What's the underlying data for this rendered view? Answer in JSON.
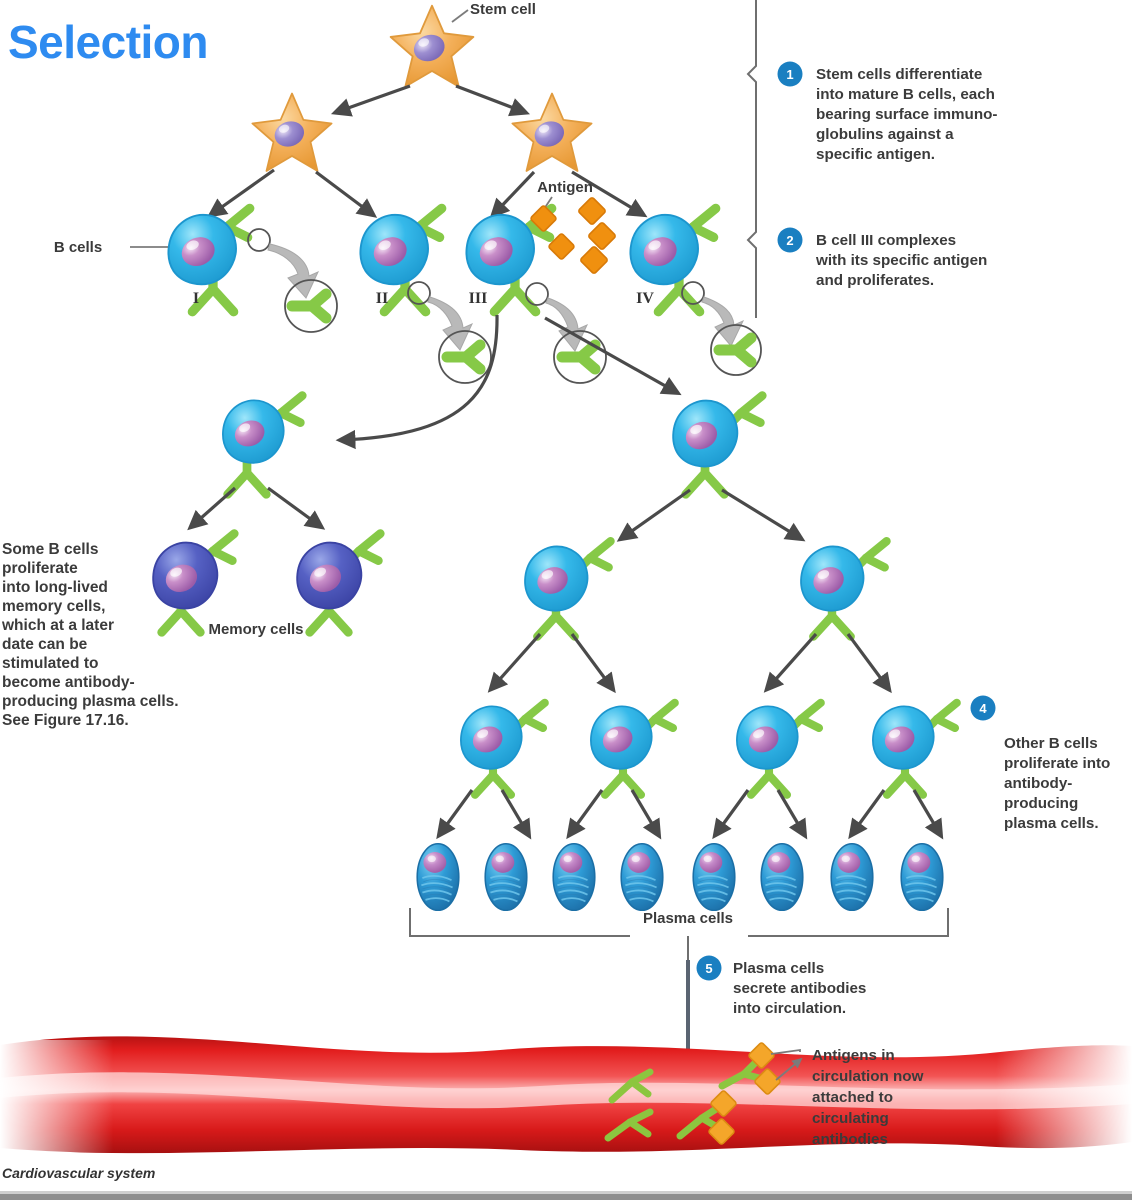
{
  "title": "Selection",
  "title_color": "#2E8BF0",
  "labels": {
    "stem_cell": "Stem cell",
    "b_cells": "B cells",
    "antigen": "Antigen",
    "memory_cells": "Memory cells",
    "plasma_cells": "Plasma cells",
    "caption": "Cardiovascular system"
  },
  "roman_numerals": [
    "I",
    "II",
    "III",
    "IV"
  ],
  "steps": [
    {
      "number": "1",
      "lines": [
        "Stem cells differentiate",
        "into mature B cells, each",
        "bearing surface immuno-",
        "globulins against a",
        "specific antigen."
      ]
    },
    {
      "number": "2",
      "lines": [
        "B cell III complexes",
        "with its specific antigen",
        "and proliferates."
      ]
    },
    {
      "number": "4",
      "lines": [
        "Other B cells",
        "proliferate into",
        "antibody-",
        "producing",
        "plasma cells."
      ]
    },
    {
      "number": "5",
      "lines": [
        "Plasma cells",
        "secrete antibodies",
        "into circulation."
      ]
    }
  ],
  "side_note": {
    "lines": [
      "Some B cells",
      "proliferate",
      "into long-lived",
      "memory cells,",
      "which at a later",
      "date can be",
      "stimulated to",
      "become antibody-",
      "producing plasma cells.",
      "See Figure 17.16."
    ]
  },
  "circulation_note": {
    "lines": [
      "Antigens in",
      "circulation now",
      "attached to",
      "circulating",
      "antibodies"
    ]
  },
  "colors": {
    "accent_blue": "#1A7FC1",
    "stem_cell_orange": "#F2A94B",
    "b_cell_blue": "#35B5E8",
    "memory_cell_indigo": "#4A52B8",
    "antibody_green": "#7DC242",
    "antigen_orange": "#F08A1D",
    "vessel_red": "#E02020",
    "arrow_gray": "#4a4a4a"
  },
  "icons": {
    "step_badge": "numbered-circle-badge",
    "stem_cell": "star-cell-icon",
    "b_cell": "round-b-cell-icon",
    "memory_cell": "memory-cell-icon",
    "plasma_cell": "oval-plasma-cell-icon",
    "antibody": "y-shaped-antibody-icon",
    "antigen": "diamond-antigen-icon"
  }
}
